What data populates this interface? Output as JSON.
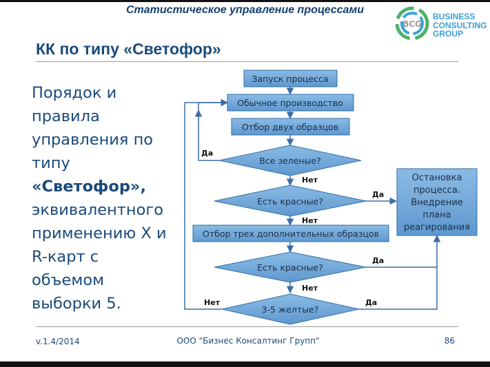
{
  "header": {
    "title": "Статистическое управление процессами",
    "logo": {
      "mark_text": "BCG",
      "lines": [
        "BUSINESS",
        "CONSULTING",
        "GROUP"
      ]
    }
  },
  "slide": {
    "title": "КК по типу «Светофор»",
    "body_parts": {
      "p1": "Порядок и правила управления по типу",
      "p2": "«Светофор»,",
      "p3": "эквивалентного применению X и R-карт с объемом выборки 5."
    }
  },
  "flowchart": {
    "nodes": {
      "start": "Запуск процесса",
      "normal": "Обычное производство",
      "sample2": "Отбор двух образцов",
      "all_green": "Все зеленые?",
      "any_red_1": "Есть красные?",
      "sample3": "Отбор трех дополнительных образцов",
      "any_red_2": "Есть красные?",
      "yellow_35": "3-5 желтые?",
      "stop": [
        "Остановка",
        "процесса.",
        "Внедрение",
        "плана",
        "реагирования"
      ]
    },
    "labels": {
      "yes_green": "Да",
      "no_green": "Нет",
      "yes_red1": "Да",
      "no_red1": "Нет",
      "yes_red2": "Да",
      "no_red2": "Нет",
      "no_yellow": "Нет",
      "yes_yellow": "Да"
    },
    "colors": {
      "node_fill": "#6fa6d8",
      "node_stroke": "#2f6ea6",
      "arrow": "#3a6ea8"
    }
  },
  "footer": {
    "version": "v.1.4/2014",
    "company": "ООО \"Бизнес Консалтинг Групп\"",
    "page": "86"
  }
}
